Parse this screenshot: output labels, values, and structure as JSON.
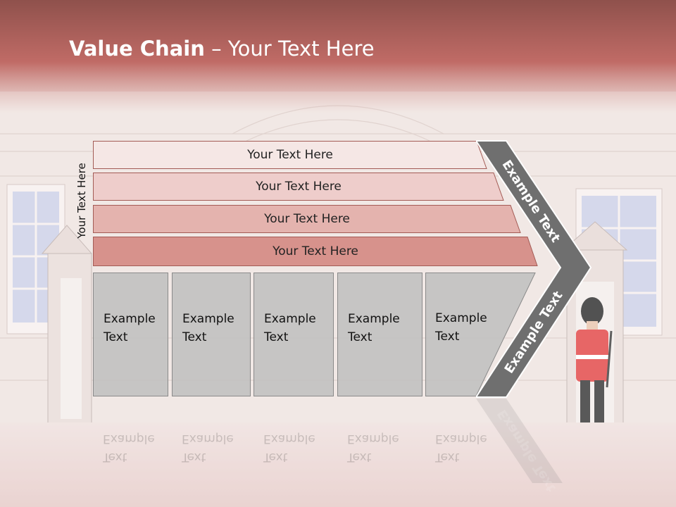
{
  "title": {
    "bold": "Value Chain",
    "rest": " – Your Text Here"
  },
  "side_label": "Your Text Here",
  "bars": [
    {
      "label": "Your Text Here",
      "fill": "#f5e7e5"
    },
    {
      "label": "Your Text Here",
      "fill": "#eecdcb"
    },
    {
      "label": "Your Text Here",
      "fill": "#e4b3ae"
    },
    {
      "label": "Your Text Here",
      "fill": "#d7928c"
    }
  ],
  "boxes": [
    {
      "line1": "Example",
      "line2": "Text"
    },
    {
      "line1": "Example",
      "line2": "Text"
    },
    {
      "line1": "Example",
      "line2": "Text"
    },
    {
      "line1": "Example",
      "line2": "Text"
    },
    {
      "line1": "Example",
      "line2": "Text"
    }
  ],
  "arrow": {
    "top_label": "Example Text",
    "bottom_label": "Example Text"
  },
  "colors": {
    "header": "#c06b66",
    "arrow": "#6f6f6f",
    "ground": "#e6c6c3"
  }
}
